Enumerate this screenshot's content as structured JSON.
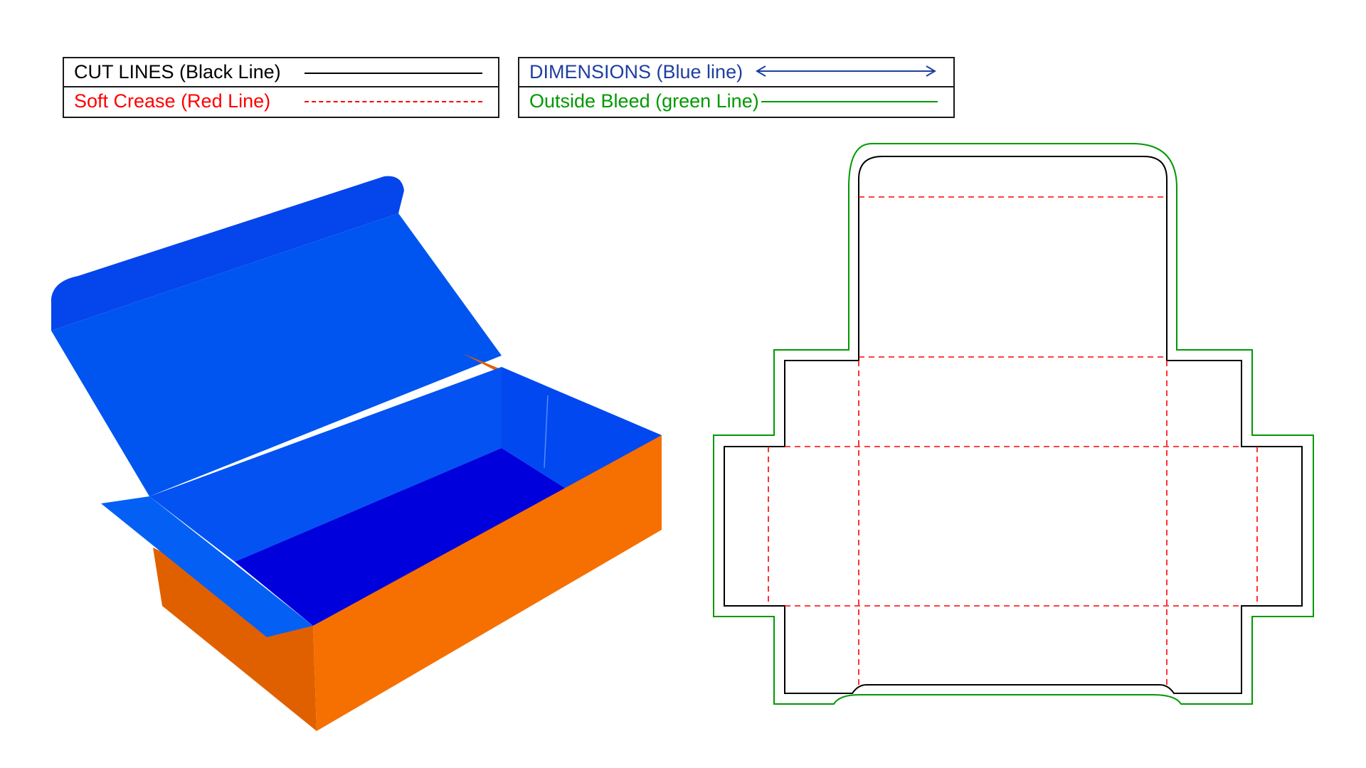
{
  "legend_left": {
    "cut_label": "CUT LINES (Black Line)",
    "crease_label": "Soft Crease (Red Line)"
  },
  "legend_right": {
    "dimension_label": "DIMENSIONS (Blue line)",
    "bleed_label": "Outside Bleed (green Line)"
  },
  "colors": {
    "cut": "#000000",
    "crease": "#ff0000",
    "dimension": "#1f3f9e",
    "bleed": "#009900",
    "box_outer": "#f57000",
    "box_inner": "#0055f0",
    "box_floor": "#0000dd"
  }
}
